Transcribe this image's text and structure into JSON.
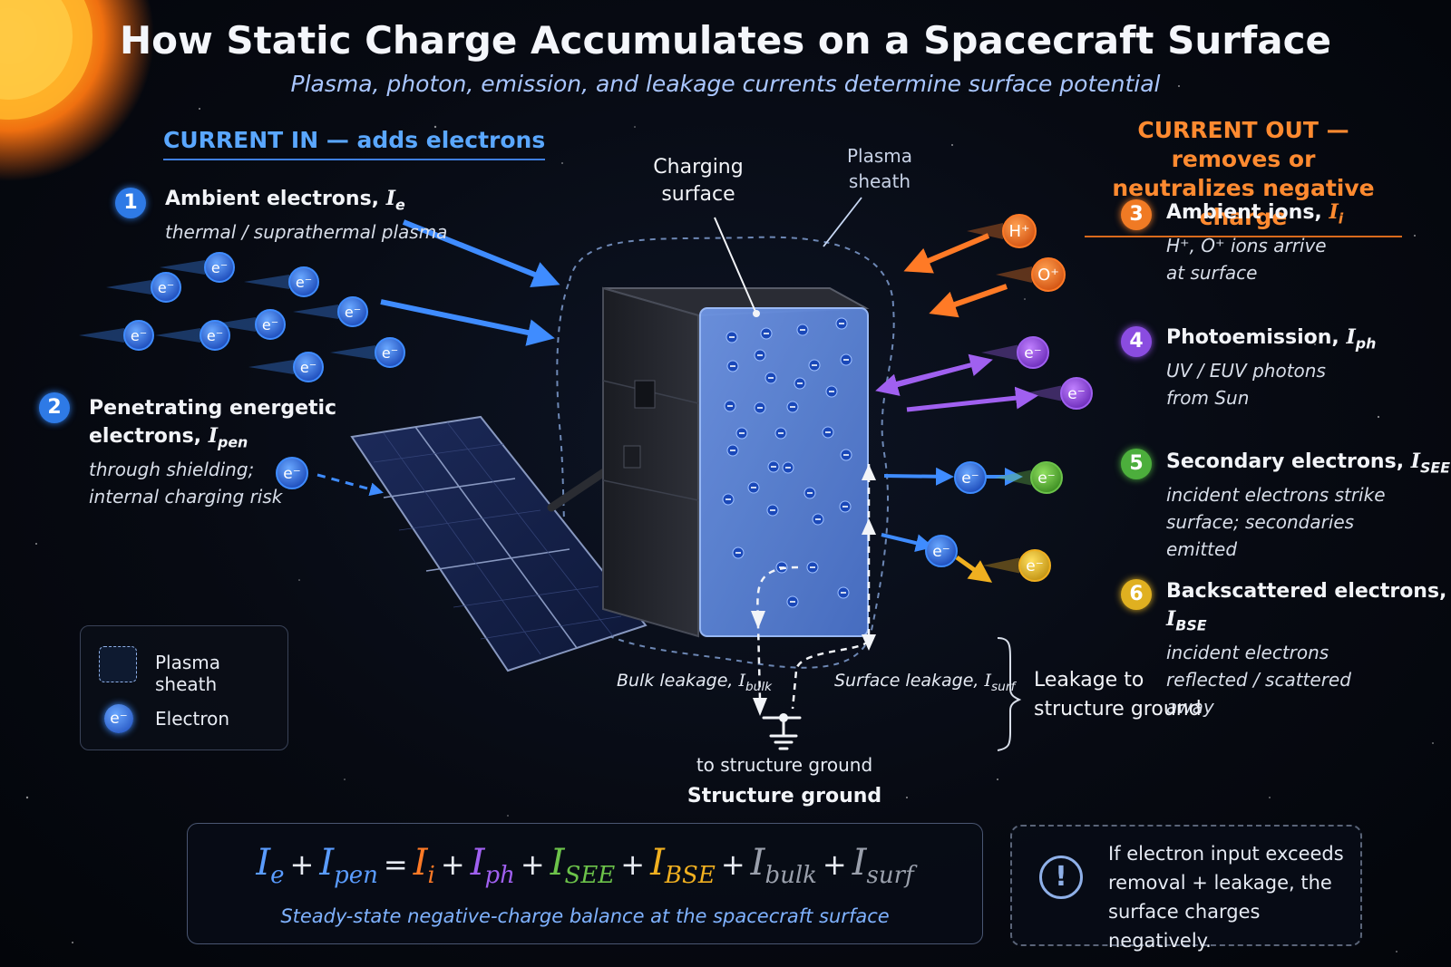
{
  "title": "How Static Charge Accumulates on a Spacecraft Surface",
  "subtitle": "Plasma, photon, emission, and leakage currents determine surface potential",
  "current_in": {
    "header": "CURRENT IN — adds electrons",
    "items": [
      {
        "number": "1",
        "title": "Ambient electrons, ",
        "symbol": "I",
        "sub": "e",
        "desc1": "thermal / suprathermal plasma",
        "desc2": ""
      },
      {
        "number": "2",
        "title": "Penetrating energetic",
        "title2": "electrons, ",
        "symbol": "I",
        "sub": "pen",
        "desc1": "through shielding;",
        "desc2": "internal charging risk"
      }
    ]
  },
  "current_out": {
    "header_line1": "CURRENT OUT — removes or",
    "header_line2": "neutralizes negative charge",
    "items": [
      {
        "number": "3",
        "title": "Ambient ions, ",
        "symbol": "I",
        "sub": "i",
        "desc1": "H⁺, O⁺ ions arrive",
        "desc2": "at surface",
        "desc3": ""
      },
      {
        "number": "4",
        "title": "Photoemission, ",
        "symbol": "I",
        "sub": "ph",
        "desc1": "UV / EUV photons",
        "desc2": "from Sun",
        "desc3": ""
      },
      {
        "number": "5",
        "title": "Secondary electrons, ",
        "symbol": "I",
        "sub": "SEE",
        "desc1": "incident electrons strike",
        "desc2": "surface; secondaries",
        "desc3": "emitted"
      },
      {
        "number": "6",
        "title": "Backscattered electrons, ",
        "symbol": "I",
        "sub": "BSE",
        "desc1": "incident electrons",
        "desc2": "reflected / scattered",
        "desc3": "away"
      }
    ]
  },
  "labels": {
    "charging_surface_1": "Charging",
    "charging_surface_2": "surface",
    "plasma_sheath_1": "Plasma",
    "plasma_sheath_2": "sheath",
    "bulk_leakage": "Bulk leakage, ",
    "bulk_sym": "I",
    "bulk_sub": "bulk",
    "surface_leakage": "Surface leakage, ",
    "surf_sym": "I",
    "surf_sub": "surf",
    "leakage_to_1": "Leakage to",
    "leakage_to_2": "structure ground",
    "to_structure_ground": "to structure ground",
    "structure_ground": "Structure ground",
    "electron_glyph": "e⁻",
    "h_ion": "H⁺",
    "o_ion": "O⁺"
  },
  "legend": {
    "plasma_sheath": "Plasma sheath",
    "electron": "Electron"
  },
  "equation": {
    "terms": [
      {
        "sym": "I",
        "sub": "e",
        "color": "#5a9cff",
        "op_before": ""
      },
      {
        "sym": "I",
        "sub": "pen",
        "color": "#5a9cff",
        "op_before": "+"
      },
      {
        "sym": "I",
        "sub": "i",
        "color": "#ff7a26",
        "op_before": "="
      },
      {
        "sym": "I",
        "sub": "ph",
        "color": "#a060f0",
        "op_before": "+"
      },
      {
        "sym": "I",
        "sub": "SEE",
        "color": "#6cc34a",
        "op_before": "+"
      },
      {
        "sym": "I",
        "sub": "BSE",
        "color": "#f0b020",
        "op_before": "+"
      },
      {
        "sym": "I",
        "sub": "bulk",
        "color": "#9aa0ac",
        "op_before": "+"
      },
      {
        "sym": "I",
        "sub": "surf",
        "color": "#9aa0ac",
        "op_before": "+"
      }
    ],
    "caption": "Steady-state negative-charge balance at the spacecraft surface"
  },
  "warning": {
    "icon": "exclamation-circle-icon",
    "line1": "If electron input exceeds",
    "line2": "removal + leakage, the",
    "line3": "surface charges negatively."
  },
  "colors": {
    "current_in": "#3f8cff",
    "current_out": "#ff7a26",
    "photo": "#a060f0",
    "secondary": "#6cc34a",
    "backscatter": "#f0b020",
    "surface_panel": "#5e86d6"
  }
}
